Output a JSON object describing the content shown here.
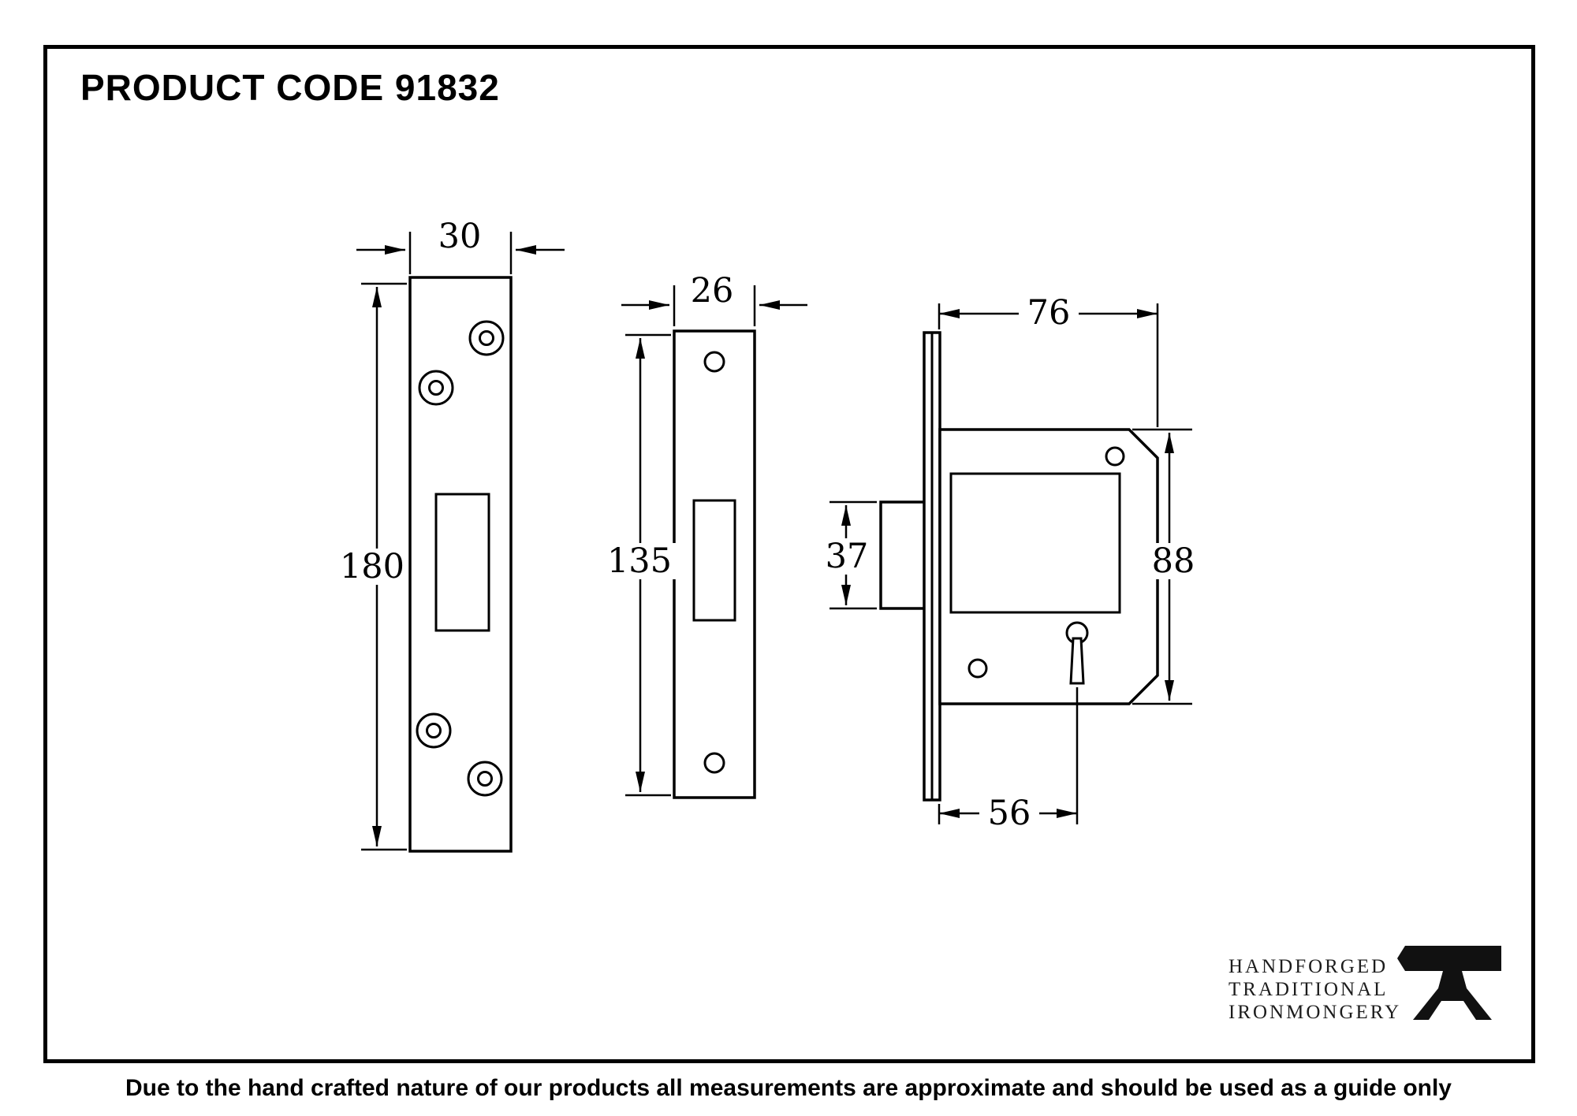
{
  "title": "PRODUCT CODE 91832",
  "footer": "Due to the hand crafted nature of our products all measurements are approximate and should be used as a guide only",
  "logo": {
    "line1": "HANDFORGED",
    "line2": "TRADITIONAL",
    "line3": "IRONMONGERY"
  },
  "dimensions": {
    "faceplate_width": "30",
    "faceplate_height": "180",
    "strike_width": "26",
    "strike_height": "135",
    "case_depth": "76",
    "case_height": "88",
    "bolt_height": "37",
    "backset": "56"
  },
  "colors": {
    "ink": "#000000",
    "background": "#ffffff"
  }
}
